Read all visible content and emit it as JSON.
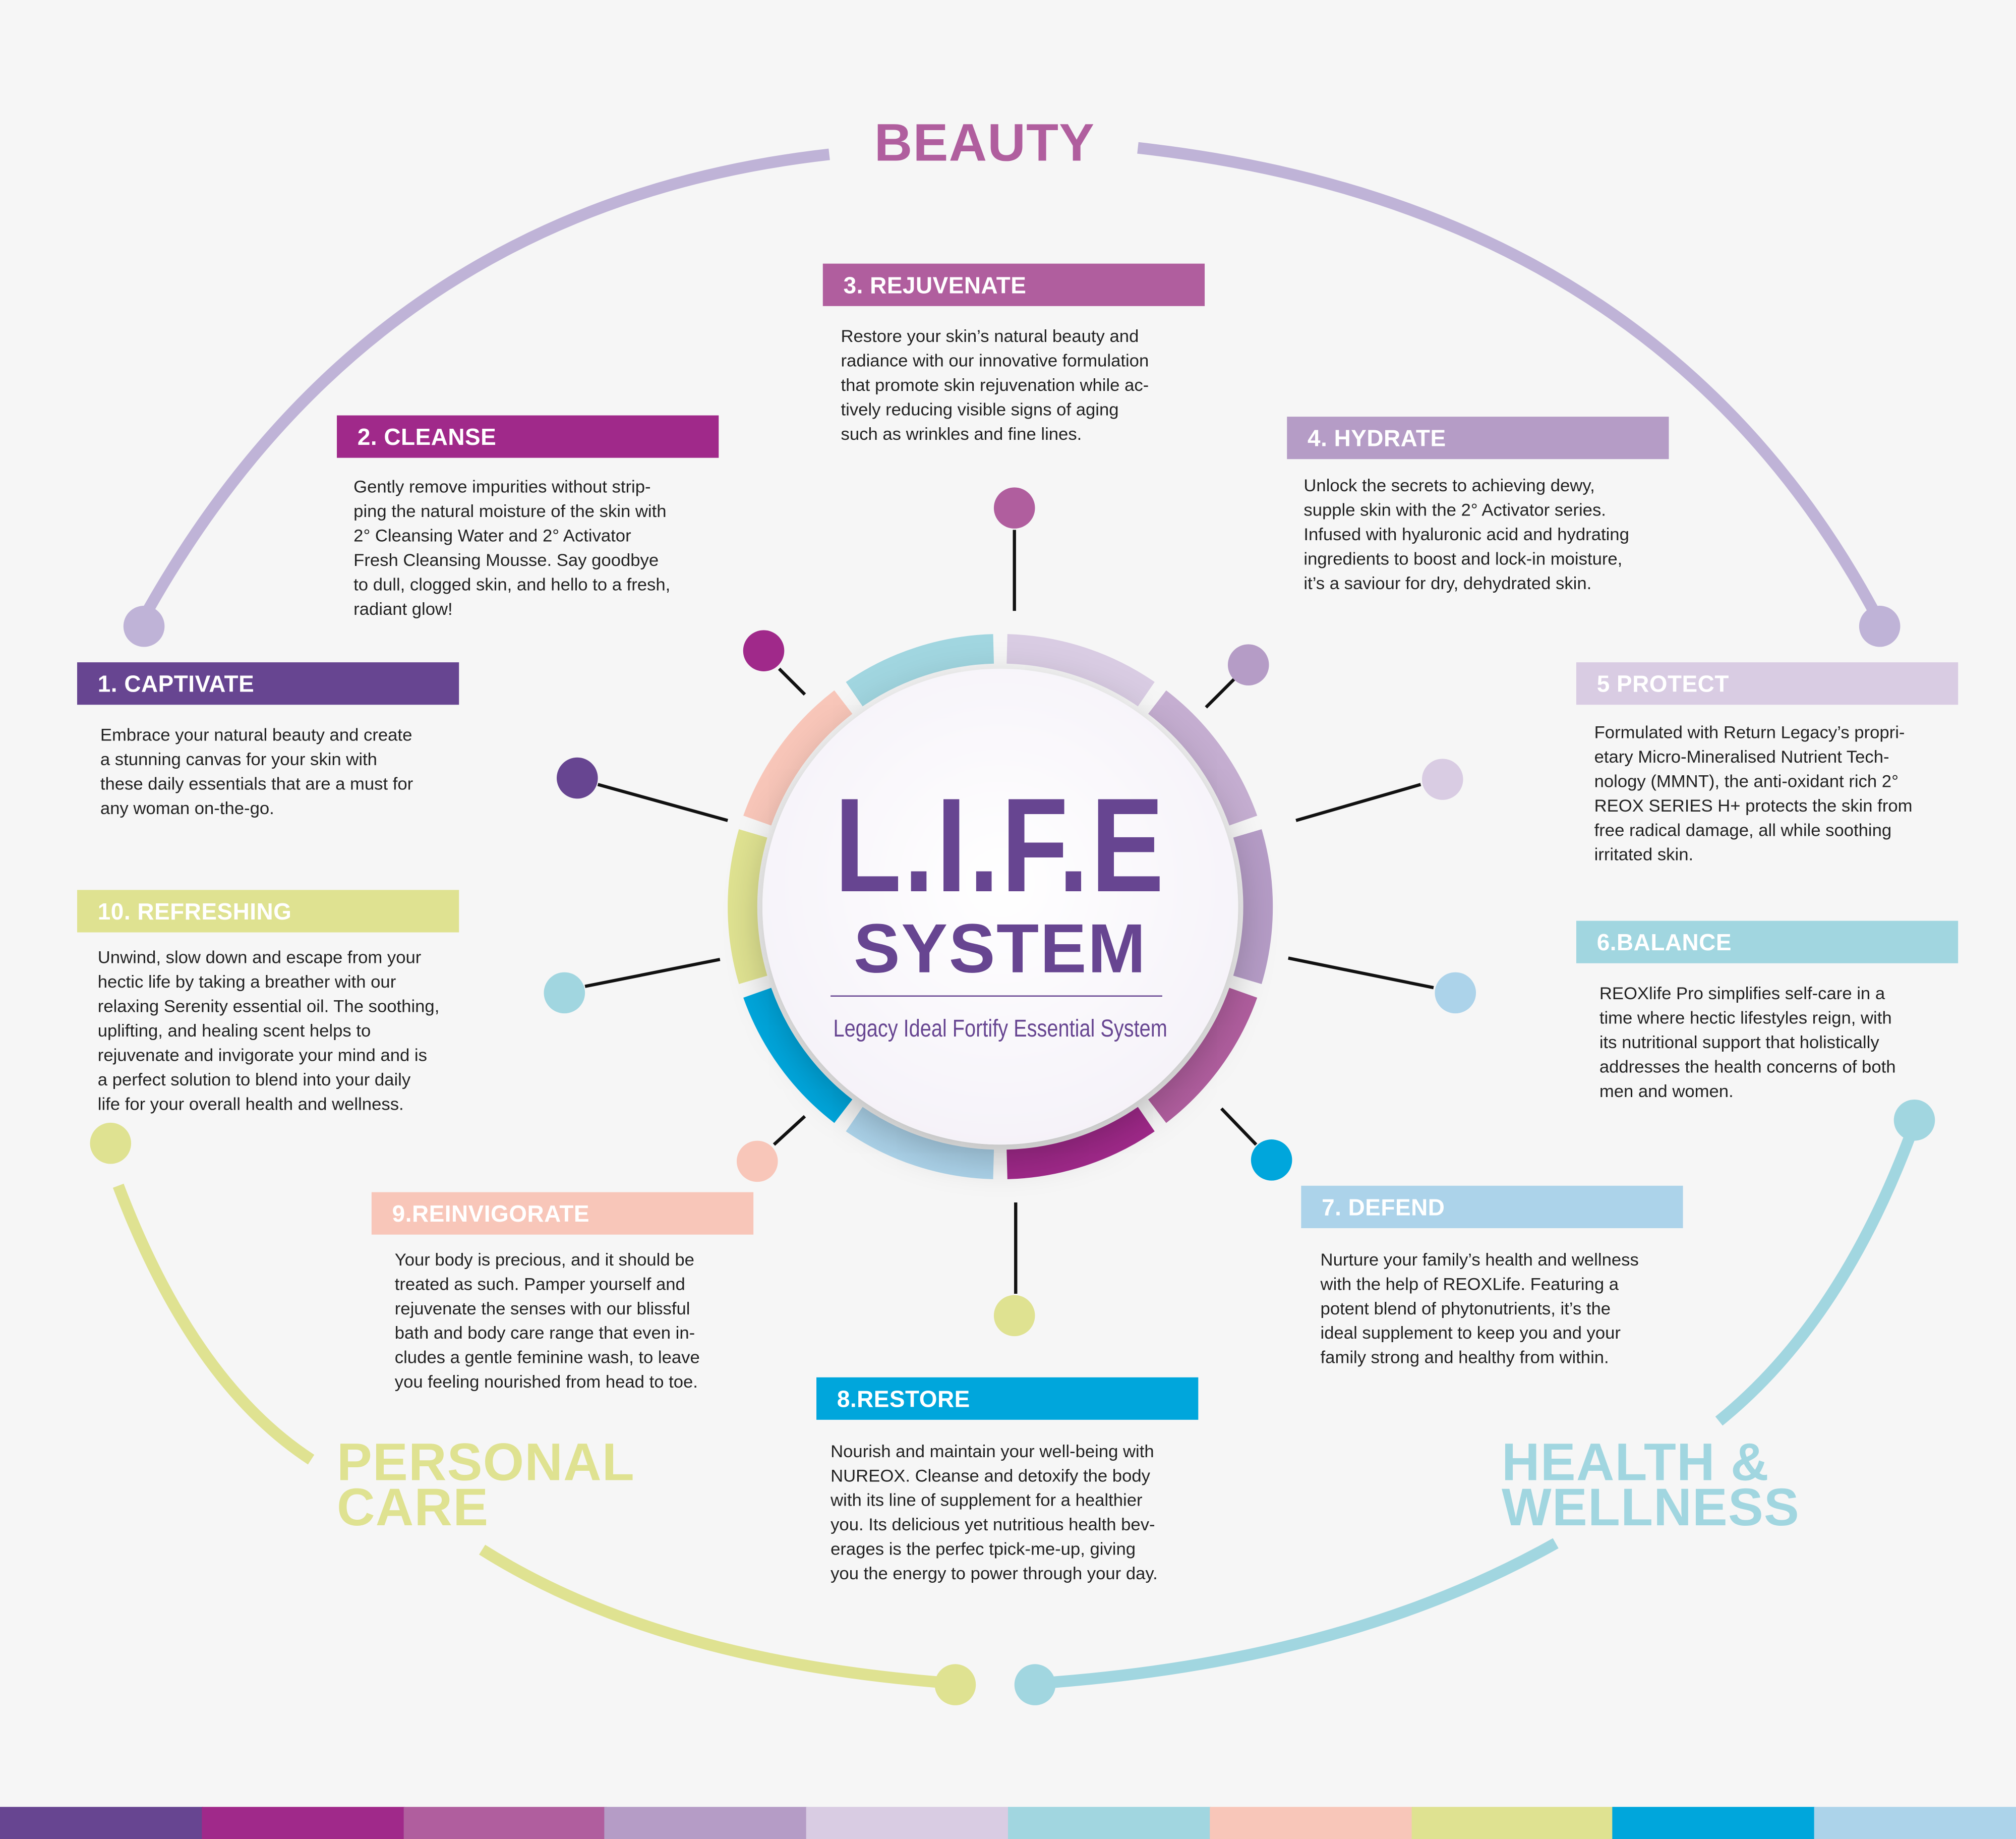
{
  "categories": {
    "beauty": "BEAUTY",
    "personal_care": "PERSONAL\nCARE",
    "health": "HEALTH &\nWELLNESS"
  },
  "center": {
    "title": "L.I.F.E",
    "subtitle": "SYSTEM",
    "tagline": "Legacy Ideal Fortify Essential System"
  },
  "colors": {
    "purple": "#674591",
    "magenta": "#a0298a",
    "orchid": "#b05e9e",
    "lilac": "#b59cc6",
    "lavender": "#d9cce3",
    "cyan": "#a1d6e0",
    "peach": "#f8c6b9",
    "lime": "#dfe291",
    "blue": "#00a6dc",
    "sky": "#acd3ea"
  },
  "steps": [
    {
      "title": "1. CAPTIVATE",
      "color": "#674591",
      "text": "Embrace your natural beauty and create\na stunning canvas for your skin with\nthese daily essentials that are a must for\nany woman on-the-go."
    },
    {
      "title": "2. CLEANSE",
      "color": "#a0298a",
      "text": "Gently remove impurities without strip-\nping the natural moisture of the skin with\n2° Cleansing Water and 2° Activator\nFresh Cleansing Mousse. Say goodbye\nto dull, clogged skin, and hello to a fresh,\nradiant glow!"
    },
    {
      "title": "3. REJUVENATE",
      "color": "#b05e9e",
      "text": "Restore your skin’s natural beauty and\nradiance with our innovative formulation\nthat promote skin rejuvenation while ac-\ntively reducing visible signs of aging\nsuch as wrinkles and fine lines."
    },
    {
      "title": "4. HYDRATE",
      "color": "#b59cc6",
      "text": "Unlock the secrets to achieving dewy,\nsupple skin with the 2° Activator series.\nInfused with hyaluronic acid and hydrating\ningredients to boost and lock-in moisture,\nit’s a saviour for dry, dehydrated skin."
    },
    {
      "title": "5 PROTECT",
      "color": "#d9cce3",
      "text": "Formulated with Return Legacy’s propri-\netary Micro-Mineralised Nutrient Tech-\nnology (MMNT), the anti-oxidant rich 2°\nREOX SERIES H+ protects the skin from\nfree radical damage, all while soothing\nirritated skin."
    },
    {
      "title": "6.BALANCE",
      "color": "#a1d6e0",
      "text": "REOXlife Pro simplifies self-care in a\ntime where hectic lifestyles reign, with\nits nutritional support that holistically\naddresses the health concerns of both\nmen and women."
    },
    {
      "title": "7. DEFEND",
      "color": "#acd3ea",
      "text": "Nurture your family’s health and wellness\nwith the help of REOXLife. Featuring a\npotent blend of phytonutrients, it’s the\nideal supplement to keep you and your\nfamily strong and healthy from within."
    },
    {
      "title": "8.RESTORE",
      "color": "#00a6dc",
      "text": "Nourish and maintain your well-being with\nNUREOX. Cleanse and detoxify the body\nwith its line of supplement for a healthier\nyou. Its delicious yet nutritious health bev-\nerages is the perfec tpick-me-up, giving\nyou the energy to power through your day."
    },
    {
      "title": "9.REINVIGORATE",
      "color": "#f8c6b9",
      "text": "Your body is precious, and it should be\ntreated as such. Pamper yourself and\nrejuvenate the senses with our blissful\nbath and body care range that even in-\ncludes a gentle feminine wash, to leave\nyou feeling nourished from head to toe."
    },
    {
      "title": "10. REFRESHING",
      "color": "#dfe291",
      "text": "Unwind, slow down and escape from your\nhectic life by taking a breather with our\nrelaxing Serenity essential oil. The soothing,\nuplifting, and healing scent helps to\nrejuvenate and invigorate your mind and is\na perfect solution to blend into your daily\nlife for your overall health and wellness."
    }
  ],
  "ring_colors": [
    "#d9cce3",
    "#c5aed1",
    "#b59cc6",
    "#b05e9e",
    "#a0298a",
    "#acd3ea",
    "#00a6dc",
    "#dfe291",
    "#f8c6b9",
    "#a1d6e0"
  ],
  "stripe_colors": [
    "#674591",
    "#a0298a",
    "#b05e9e",
    "#b59cc6",
    "#d9cce3",
    "#a1d6e0",
    "#f8c6b9",
    "#dfe291",
    "#00a6dc",
    "#acd3ea"
  ]
}
